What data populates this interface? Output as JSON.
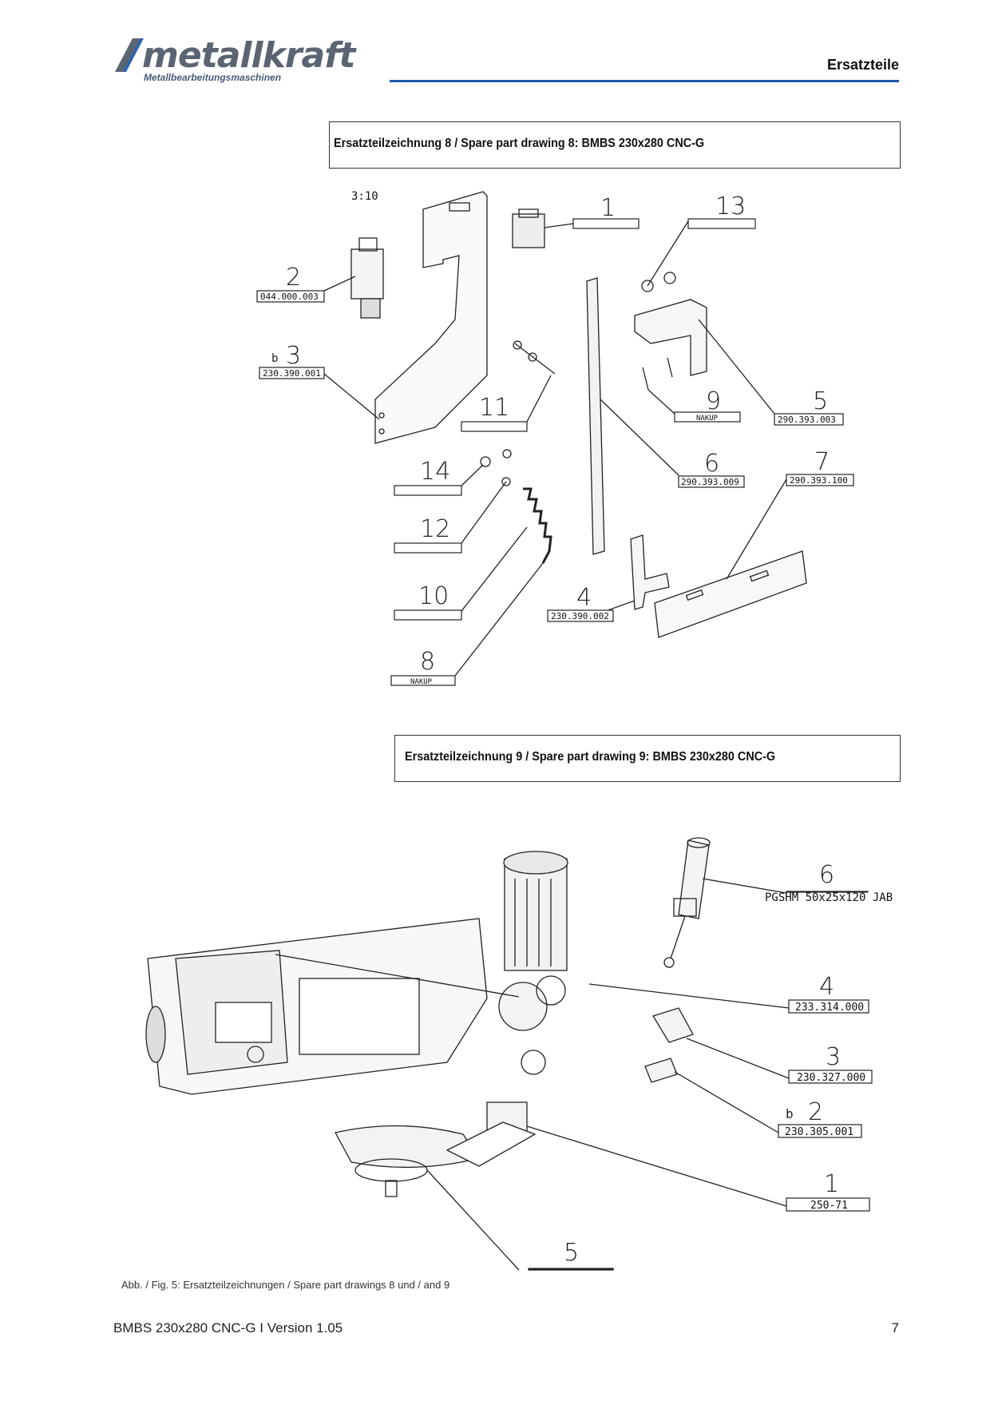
{
  "header": {
    "logo_text": "metallkraft",
    "logo_subtitle": "Metallbearbeitungsmaschinen",
    "section_title": "Ersatzteile",
    "accent_color": "#1a5aa6"
  },
  "drawing8": {
    "title": "Ersatzteilzeichnung 8 / Spare part drawing 8: BMBS 230x280 CNC-G",
    "scale": "3:10",
    "parts": [
      {
        "num": "2",
        "code": "044.000.003"
      },
      {
        "num": "3",
        "code": "230.390.001",
        "mark": "b"
      },
      {
        "num": "11",
        "code": ""
      },
      {
        "num": "14",
        "code": ""
      },
      {
        "num": "12",
        "code": ""
      },
      {
        "num": "10",
        "code": ""
      },
      {
        "num": "8",
        "code": "NAKUP"
      },
      {
        "num": "1",
        "code": ""
      },
      {
        "num": "13",
        "code": ""
      },
      {
        "num": "9",
        "code": "NAKUP"
      },
      {
        "num": "5",
        "code": "290.393.003"
      },
      {
        "num": "6",
        "code": "290.393.009"
      },
      {
        "num": "7",
        "code": "290.393.100"
      },
      {
        "num": "4",
        "code": "230.390.002"
      }
    ]
  },
  "drawing9": {
    "title": "Ersatzteilzeichnung 9 / Spare part drawing 9: BMBS 230x280 CNC-G",
    "parts": [
      {
        "num": "6",
        "code": "PGSHM 50x25x120 JAB"
      },
      {
        "num": "4",
        "code": "233.314.000"
      },
      {
        "num": "3",
        "code": "230.327.000"
      },
      {
        "num": "2",
        "code": "230.305.001",
        "mark": "b"
      },
      {
        "num": "1",
        "code": "250-71"
      },
      {
        "num": "5",
        "code": ""
      }
    ]
  },
  "caption": "Abb. / Fig. 5: Ersatzteilzeichnungen / Spare part drawings 8 und / and 9",
  "footer": {
    "doc": "BMBS 230x280 CNC-G I Version 1.05",
    "page": "7"
  }
}
